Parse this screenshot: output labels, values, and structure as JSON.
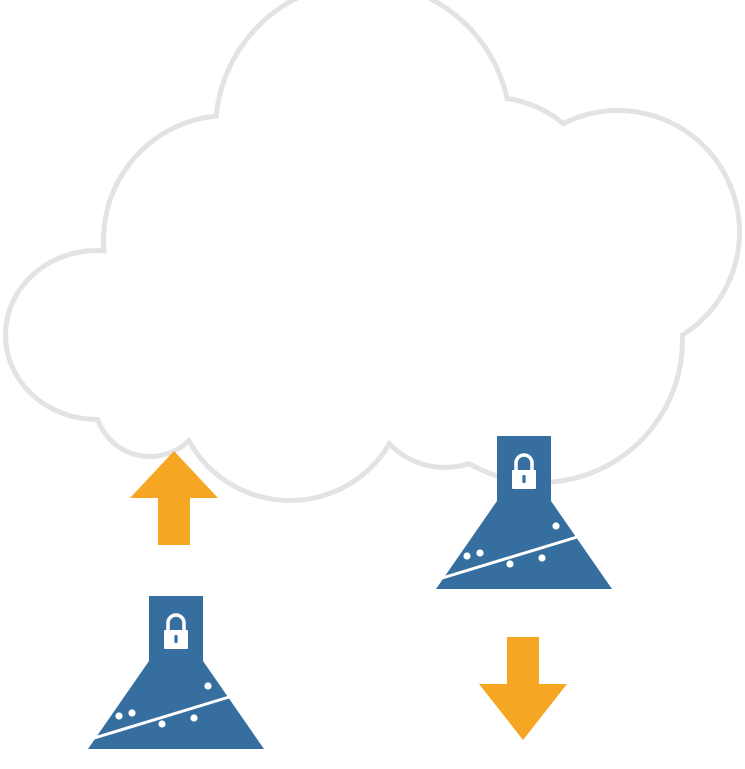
{
  "diagram": {
    "nodes": [
      {
        "id": "cloud",
        "icon": "cloud-icon"
      },
      {
        "id": "local-flask",
        "icon": "locked-flask-icon"
      },
      {
        "id": "cloud-flask",
        "icon": "locked-flask-icon"
      }
    ],
    "edges": [
      {
        "from": "local-flask",
        "to": "cloud",
        "icon": "arrow-up-icon",
        "direction": "up"
      },
      {
        "from": "cloud-flask",
        "to": "outside",
        "icon": "arrow-down-icon",
        "direction": "down"
      }
    ]
  },
  "colors": {
    "cloud_fill": "#ffffff",
    "cloud_outline": "#e3e3e3",
    "flask": "#356e9f",
    "flask_detail": "#ffffff",
    "arrow": "#f5a623"
  }
}
